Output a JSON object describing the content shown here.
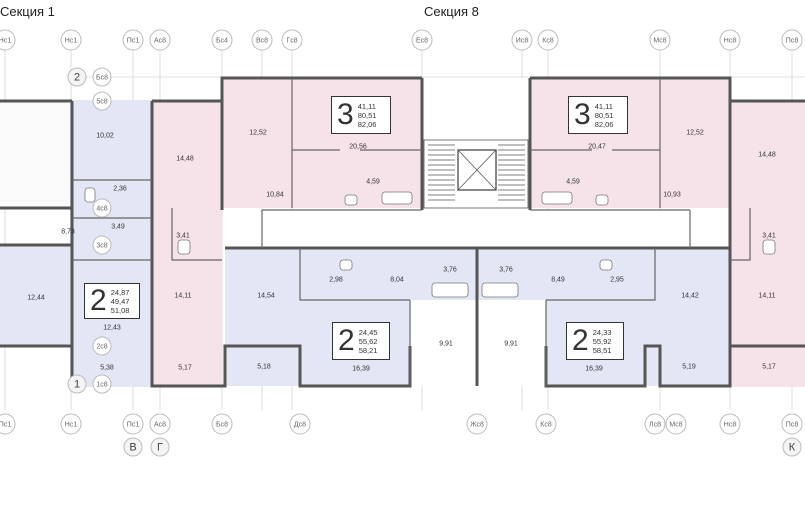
{
  "sections": {
    "left": "Секция 1",
    "center": "Секция 8"
  },
  "axes_top": [
    {
      "id": "t1",
      "label": "Нс1"
    },
    {
      "id": "t2",
      "label": "Нс1"
    },
    {
      "id": "t3",
      "label": "Пс1"
    },
    {
      "id": "t4",
      "label": "Ас8"
    },
    {
      "id": "t5",
      "label": "Бс4"
    },
    {
      "id": "t6",
      "label": "Вс8"
    },
    {
      "id": "t7",
      "label": "Гс8"
    },
    {
      "id": "t8",
      "label": "Ес8"
    },
    {
      "id": "t9",
      "label": "Ис8"
    },
    {
      "id": "t10",
      "label": "Кс8"
    },
    {
      "id": "t11",
      "label": "Мс8"
    },
    {
      "id": "t12",
      "label": "Нс8"
    },
    {
      "id": "t13",
      "label": "Пс8"
    }
  ],
  "axes_bottom": [
    {
      "id": "b1",
      "label": "Пс1"
    },
    {
      "id": "b2",
      "label": "Нс1"
    },
    {
      "id": "b3",
      "label": "Пс1"
    },
    {
      "id": "b4",
      "label": "Ас8"
    },
    {
      "id": "b5",
      "label": "Бс8"
    },
    {
      "id": "b6",
      "label": "Дс8"
    },
    {
      "id": "b7",
      "label": "Жс8"
    },
    {
      "id": "b8",
      "label": "Кс8"
    },
    {
      "id": "b9",
      "label": "Лс8"
    },
    {
      "id": "b10",
      "label": "Мс8"
    },
    {
      "id": "b11",
      "label": "Нс8"
    },
    {
      "id": "b12",
      "label": "Пс8"
    }
  ],
  "axes_side": [
    {
      "id": "s1",
      "label": "2",
      "kind": "big"
    },
    {
      "id": "s2",
      "label": "Бс8"
    },
    {
      "id": "s3",
      "label": "5с8"
    },
    {
      "id": "s4",
      "label": "4с8"
    },
    {
      "id": "s5",
      "label": "3с8"
    },
    {
      "id": "s6",
      "label": "2с8"
    },
    {
      "id": "s7",
      "label": "1",
      "kind": "big"
    },
    {
      "id": "s8",
      "label": "1с8"
    }
  ],
  "axes_letters": [
    {
      "id": "l1",
      "label": "В"
    },
    {
      "id": "l2",
      "label": "Г"
    },
    {
      "id": "l3",
      "label": "К"
    }
  ],
  "apartments": [
    {
      "id": "a1",
      "rooms": "3",
      "areas": [
        "41,11",
        "80,51",
        "82,06"
      ]
    },
    {
      "id": "a2",
      "rooms": "3",
      "areas": [
        "41,11",
        "80,51",
        "82,06"
      ]
    },
    {
      "id": "a3",
      "rooms": "2",
      "areas": [
        "24,87",
        "49,47",
        "51,08"
      ]
    },
    {
      "id": "a4",
      "rooms": "2",
      "areas": [
        "24,45",
        "55,62",
        "58,21"
      ]
    },
    {
      "id": "a5",
      "rooms": "2",
      "areas": [
        "24,33",
        "55,92",
        "58,51"
      ]
    }
  ],
  "rooms": [
    {
      "id": "r1",
      "v": "10,02"
    },
    {
      "id": "r2",
      "v": "2,36"
    },
    {
      "id": "r3",
      "v": "3,49"
    },
    {
      "id": "r4",
      "v": "8,73"
    },
    {
      "id": "r5",
      "v": "12,44"
    },
    {
      "id": "r6",
      "v": "12,43"
    },
    {
      "id": "r7",
      "v": "5,38"
    },
    {
      "id": "r8",
      "v": "14,48"
    },
    {
      "id": "r9",
      "v": "3,41"
    },
    {
      "id": "r10",
      "v": "14,11"
    },
    {
      "id": "r11",
      "v": "5,17"
    },
    {
      "id": "r12",
      "v": "12,52"
    },
    {
      "id": "r13",
      "v": "20,56"
    },
    {
      "id": "r14",
      "v": "4,59"
    },
    {
      "id": "r15",
      "v": "10,84"
    },
    {
      "id": "r16",
      "v": "14,54"
    },
    {
      "id": "r17",
      "v": "2,98"
    },
    {
      "id": "r18",
      "v": "8,04"
    },
    {
      "id": "r19",
      "v": "5,18"
    },
    {
      "id": "r20",
      "v": "16,39"
    },
    {
      "id": "r21",
      "v": "3,76"
    },
    {
      "id": "r22",
      "v": "3,76"
    },
    {
      "id": "r23",
      "v": "9,91"
    },
    {
      "id": "r24",
      "v": "9,91"
    },
    {
      "id": "r25",
      "v": "20,47"
    },
    {
      "id": "r26",
      "v": "4,59"
    },
    {
      "id": "r27",
      "v": "12,52"
    },
    {
      "id": "r28",
      "v": "10,93"
    },
    {
      "id": "r29",
      "v": "8,49"
    },
    {
      "id": "r30",
      "v": "2,95"
    },
    {
      "id": "r31",
      "v": "14,42"
    },
    {
      "id": "r32",
      "v": "16,39"
    },
    {
      "id": "r33",
      "v": "5,19"
    },
    {
      "id": "r34",
      "v": "14,48"
    },
    {
      "id": "r35",
      "v": "3,41"
    },
    {
      "id": "r36",
      "v": "14,11"
    },
    {
      "id": "r37",
      "v": "5,17"
    }
  ],
  "colors": {
    "pink": "#f6e3ea",
    "blue": "#e3e6f4",
    "wall": "#555555",
    "axis_line": "#cccccc"
  }
}
